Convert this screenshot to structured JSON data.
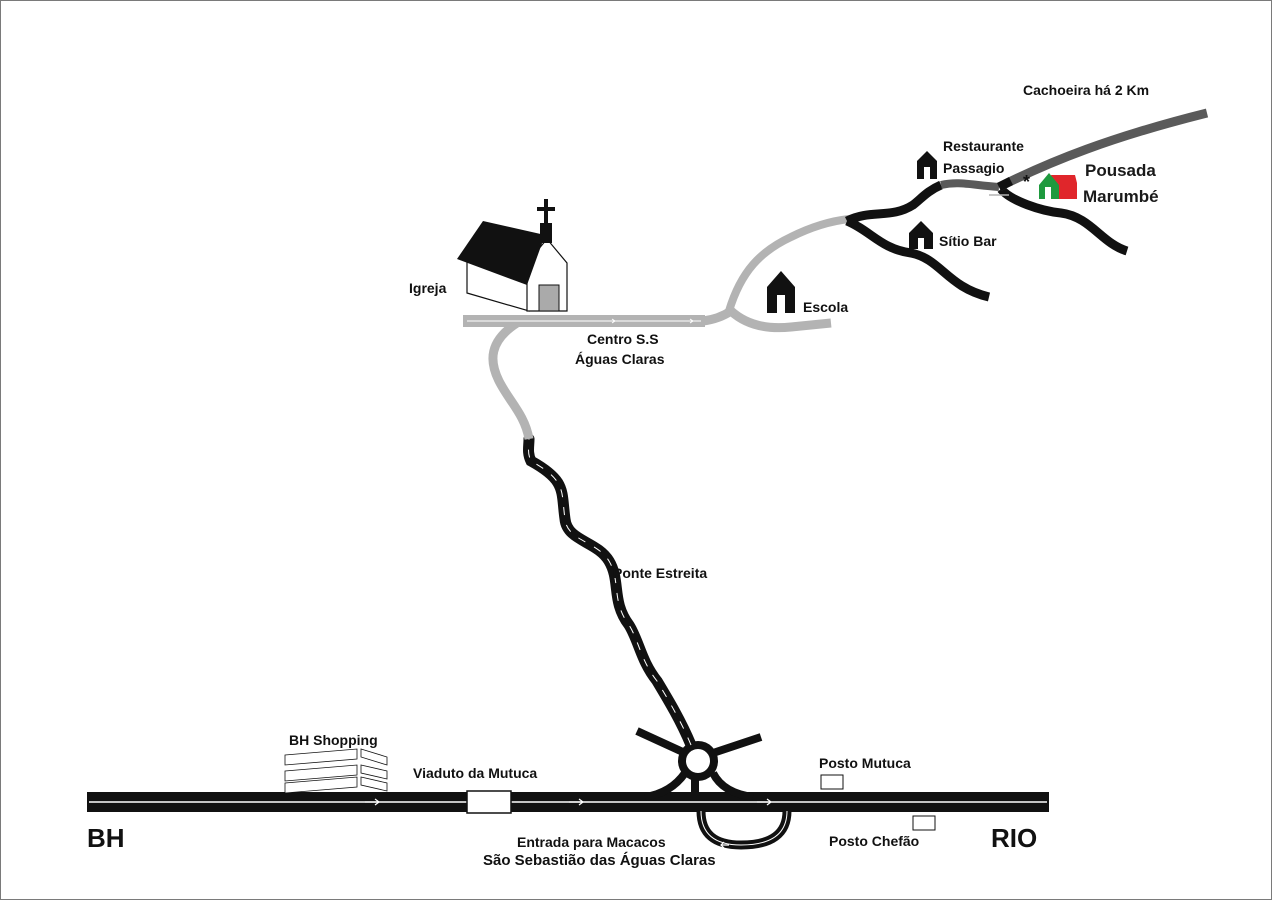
{
  "labels": {
    "cachoeira": "Cachoeira há 2 Km",
    "restaurante_1": "Restaurante",
    "restaurante_2": "Passagio",
    "pousada_1": "Pousada",
    "pousada_2": "Marumbé",
    "sitio_bar": "Sítio Bar",
    "escola": "Escola",
    "igreja": "Igreja",
    "centro_1": "Centro S.S",
    "centro_2": "Águas Claras",
    "ponte": "Ponte Estreita",
    "bh_shopping": "BH Shopping",
    "viaduto": "Viaduto da Mutuca",
    "posto_mutuca": "Posto Mutuca",
    "posto_chefao": "Posto Chefão",
    "entrada_1": "Entrada para Macacos",
    "entrada_2": "São Sebastião das Águas Claras",
    "bh": "BH",
    "rio": "RIO",
    "asterisk": "*"
  },
  "colors": {
    "paved_road": "#111111",
    "gravel_road": "#b3b3b3",
    "dark_road": "#5a5a5a",
    "pousada_green": "#1e9a3e",
    "pousada_red": "#e0262b",
    "church_door": "#aaaaaa"
  },
  "icons": [
    "church-icon",
    "house-icon",
    "pousada-house-icon",
    "shopping-buildings-icon",
    "roundabout-icon"
  ]
}
